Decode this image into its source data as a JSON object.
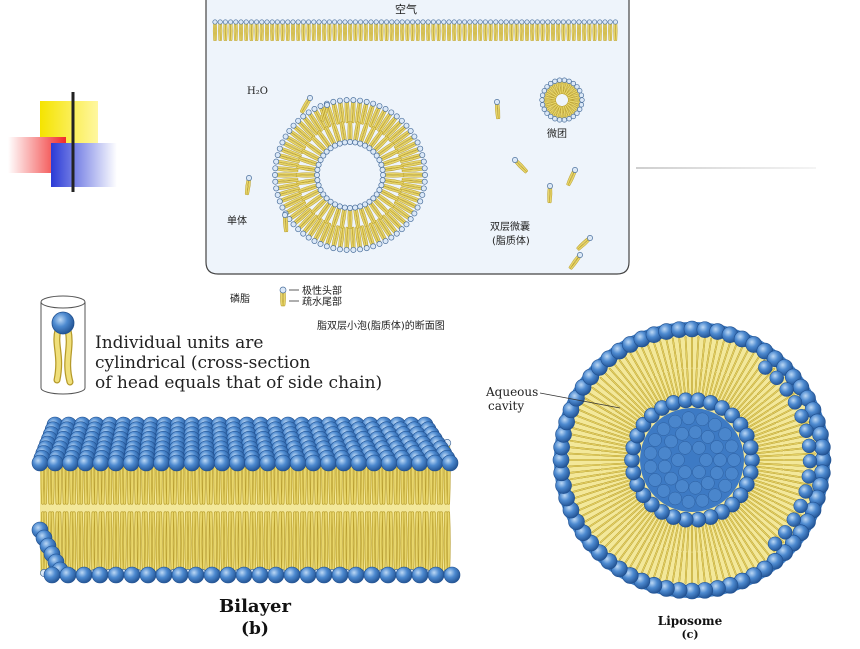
{
  "top_panel": {
    "air_label": "空气",
    "water_label": "H₂O",
    "micelle_label": "微团",
    "monomer_label": "单体",
    "vesicle_label_1": "双层微囊",
    "vesicle_label_2": "(脂质体)",
    "phospholipid_label": "磷脂",
    "polar_head_label": "极性头部",
    "hydrophobic_tail_label": "疏水尾部",
    "caption": "脂双层小泡(脂质体)的断面图"
  },
  "bilayer_panel": {
    "unit_text_line1": "Individual units are",
    "unit_text_line2": "cylindrical (cross-section",
    "unit_text_line3": "of head equals that of side chain)",
    "title": "Bilayer",
    "sublabel": "(b)"
  },
  "liposome_panel": {
    "aqueous_label_1": "Aqueous",
    "aqueous_label_2": "cavity",
    "title": "Liposome",
    "sublabel": "(c)"
  },
  "colors": {
    "head_blue": "#3b78c4",
    "tail_yellow": "#e8d66b",
    "tail_stroke": "#b59a2a",
    "panel_fill": "#eef4fb",
    "deco_yellow": "#f5e400",
    "deco_red": "#f02a2a",
    "deco_blue": "#2a3ad6"
  }
}
